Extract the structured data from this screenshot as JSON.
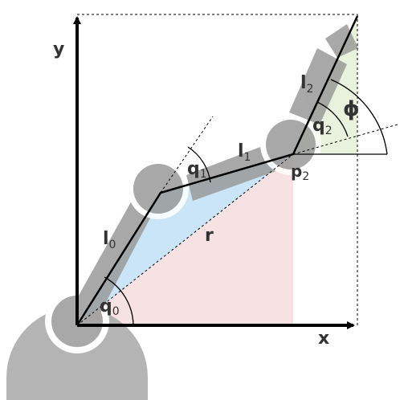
{
  "axes": {
    "x_label": "x",
    "y_label": "y"
  },
  "links": {
    "l0": {
      "base": "l",
      "sub": "0"
    },
    "l1": {
      "base": "l",
      "sub": "1"
    },
    "l2": {
      "base": "l",
      "sub": "2"
    }
  },
  "angles": {
    "q0": {
      "base": "q",
      "sub": "0"
    },
    "q1": {
      "base": "q",
      "sub": "1"
    },
    "q2": {
      "base": "q",
      "sub": "2"
    },
    "phi": "ϕ"
  },
  "points": {
    "p2": {
      "base": "p",
      "sub": "2"
    }
  },
  "radius_label": "r",
  "colors": {
    "robot_gray": "#9a9a9a",
    "triangle_pink": "#f6e2e2",
    "triangle_blue": "#bfe0f6",
    "triangle_green": "#e5f1d9",
    "line": "#000000",
    "text": "#333333"
  }
}
